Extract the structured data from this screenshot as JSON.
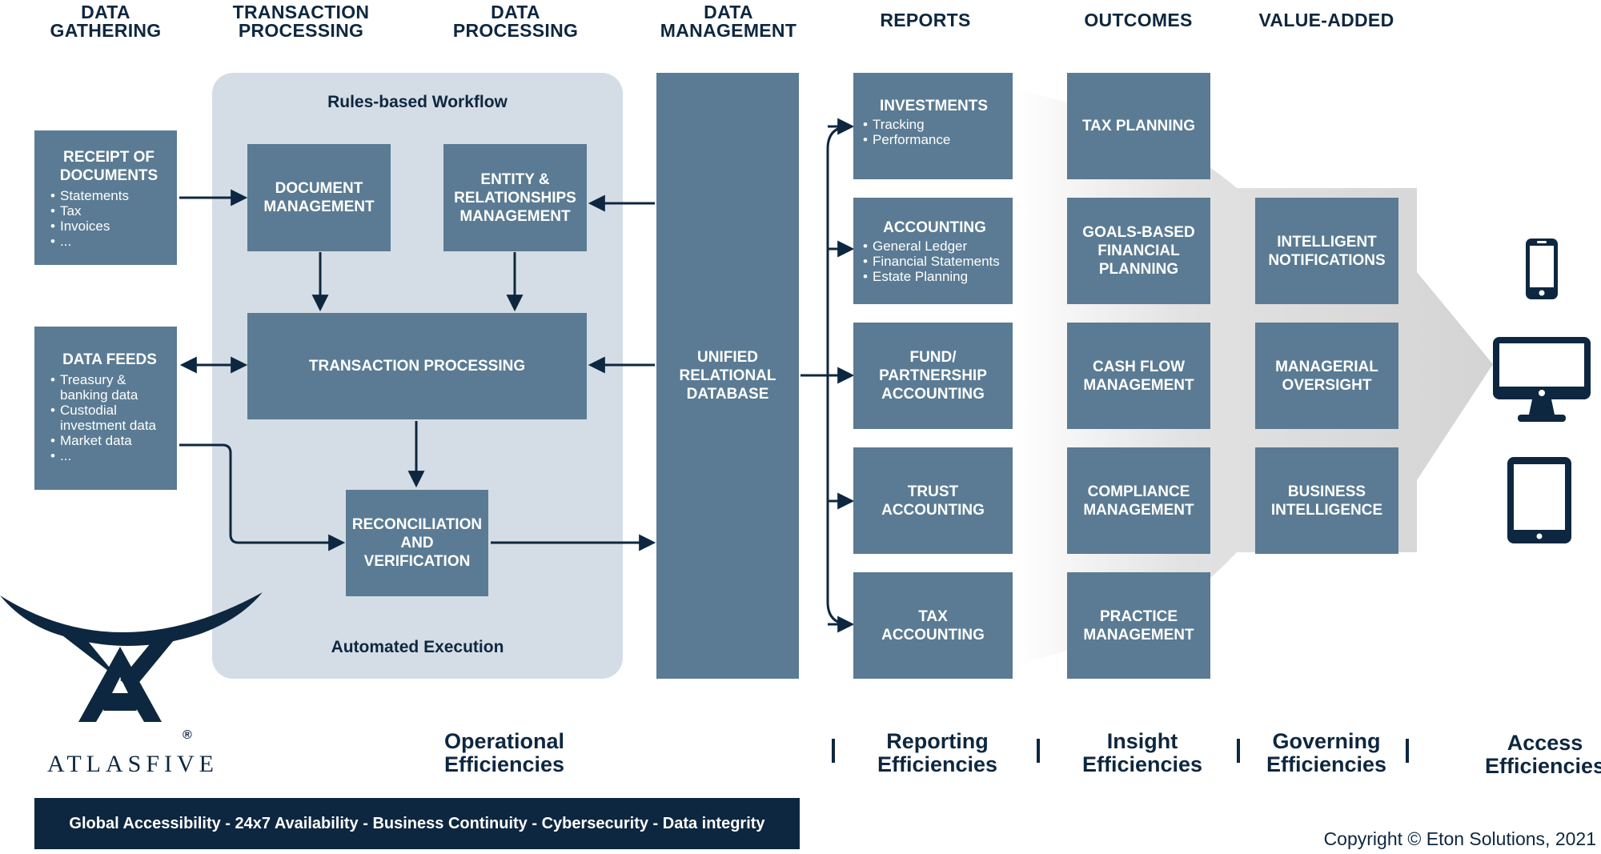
{
  "column_headers": [
    {
      "id": "gathering",
      "lines": [
        "DATA",
        "GATHERING"
      ]
    },
    {
      "id": "transaction",
      "lines": [
        "TRANSACTION",
        "PROCESSING"
      ]
    },
    {
      "id": "processing",
      "lines": [
        "DATA",
        "PROCESSING"
      ]
    },
    {
      "id": "management",
      "lines": [
        "DATA",
        "MANAGEMENT"
      ]
    },
    {
      "id": "reports",
      "lines": [
        "REPORTS"
      ]
    },
    {
      "id": "outcomes",
      "lines": [
        "OUTCOMES"
      ]
    },
    {
      "id": "value",
      "lines": [
        "VALUE-ADDED"
      ]
    }
  ],
  "gathering": {
    "receipt": {
      "title_lines": [
        "RECEIPT OF",
        "DOCUMENTS"
      ],
      "items": [
        "Statements",
        "Tax",
        "Invoices",
        "..."
      ]
    },
    "feeds": {
      "title_lines": [
        "DATA FEEDS"
      ],
      "items": [
        "Treasury & banking data",
        "Custodial investment data",
        "Market data",
        "..."
      ]
    }
  },
  "workflow": {
    "top_label": "Rules-based Workflow",
    "bottom_label": "Automated Execution",
    "document_management": [
      "DOCUMENT",
      "MANAGEMENT"
    ],
    "entity_management": [
      "ENTITY &",
      "RELATIONSHIPS",
      "MANAGEMENT"
    ],
    "transaction_processing": [
      "TRANSACTION PROCESSING"
    ],
    "reconciliation": [
      "RECONCILIATION",
      "AND",
      "VERIFICATION"
    ]
  },
  "database": [
    "UNIFIED",
    "RELATIONAL",
    "DATABASE"
  ],
  "reports": [
    {
      "title_lines": [
        "INVESTMENTS"
      ],
      "items": [
        "Tracking",
        "Performance"
      ]
    },
    {
      "title_lines": [
        "ACCOUNTING"
      ],
      "items": [
        "General Ledger",
        "Financial Statements",
        "Estate Planning"
      ]
    },
    {
      "title_lines": [
        "FUND/",
        "PARTNERSHIP",
        "ACCOUNTING"
      ],
      "items": []
    },
    {
      "title_lines": [
        "TRUST",
        "ACCOUNTING"
      ],
      "items": []
    },
    {
      "title_lines": [
        "TAX",
        "ACCOUNTING"
      ],
      "items": []
    }
  ],
  "outcomes": [
    [
      "TAX PLANNING"
    ],
    [
      "GOALS-BASED",
      "FINANCIAL",
      "PLANNING"
    ],
    [
      "CASH FLOW",
      "MANAGEMENT"
    ],
    [
      "COMPLIANCE",
      "MANAGEMENT"
    ],
    [
      "PRACTICE",
      "MANAGEMENT"
    ]
  ],
  "value_added": [
    [
      "INTELLIGENT",
      "NOTIFICATIONS"
    ],
    [
      "MANAGERIAL",
      "OVERSIGHT"
    ],
    [
      "BUSINESS",
      "INTELLIGENCE"
    ]
  ],
  "devices": [
    "smartphone-icon",
    "desktop-monitor-icon",
    "tablet-icon"
  ],
  "efficiencies": {
    "operational": [
      "Operational",
      "Efficiencies"
    ],
    "reporting": [
      "Reporting",
      "Efficiencies"
    ],
    "insight": [
      "Insight",
      "Efficiencies"
    ],
    "governing": [
      "Governing",
      "Efficiencies"
    ],
    "access": [
      "Access",
      "Efficiencies"
    ]
  },
  "logo": {
    "wordmark": "ATLASFIVE",
    "registered": "®"
  },
  "banner": "Global Accessibility - 24x7 Availability - Business Continuity - Cybersecurity - Data integrity",
  "copyright": "Copyright © Eton Solutions, 2021",
  "colors": {
    "navy": "#0e2740",
    "box": "#5a7b93",
    "panel": "#d4dde5",
    "funnel": "#dcdcdc"
  }
}
